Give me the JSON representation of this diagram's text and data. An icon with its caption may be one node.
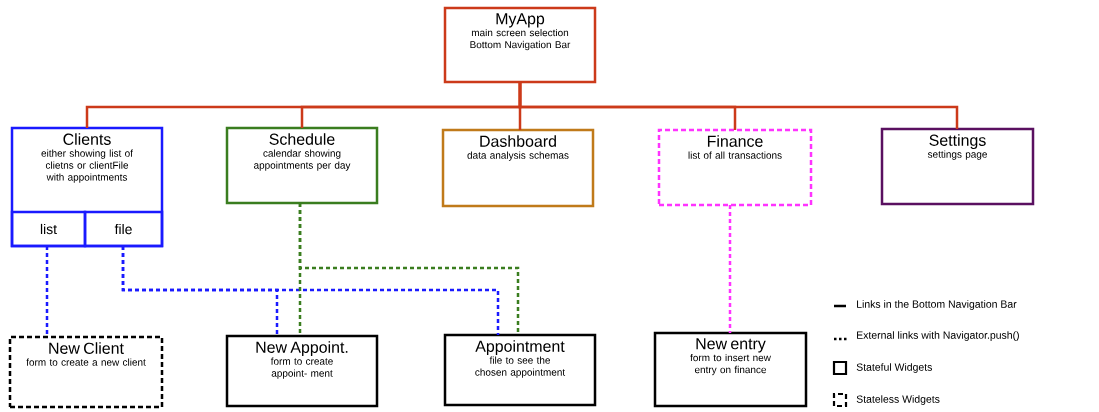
{
  "diagram": {
    "nodes": [
      {
        "text": [
          "MyApp",
          "main screen selection Bottom Navigation Bar"
        ]
      },
      {
        "text": [
          "Clients",
          "either showing list of clietns or clientFile with appointments"
        ]
      },
      {
        "text": [
          "list"
        ],
        "in": 1
      },
      {
        "text": [
          "file"
        ],
        "in": 1
      },
      {
        "text": [
          "Schedule",
          "calendar showing appointments per day"
        ]
      },
      {
        "text": [
          "Dashboard",
          "data analysis schemas"
        ]
      },
      {
        "text": [
          "Finance",
          "list of all transactions"
        ]
      },
      {
        "text": [
          "Settings",
          "settings page"
        ]
      },
      {
        "text": [
          "New Client",
          "form to create a new client"
        ]
      },
      {
        "text": [
          "New Appoint.",
          "form to create appoint- ment"
        ]
      },
      {
        "text": [
          "Appointment",
          "file to see the chosen appointment"
        ]
      },
      {
        "text": [
          "New entry",
          "form to insert new entry on finance"
        ]
      }
    ],
    "edges": [
      {
        "from": 0,
        "to": 1,
        "arrow": "none",
        "color": "#cc3a1a"
      },
      {
        "from": 0,
        "to": 4,
        "arrow": "none",
        "color": "#cc3a1a"
      },
      {
        "from": 0,
        "to": 5,
        "arrow": "none",
        "color": "#cc3a1a"
      },
      {
        "from": 0,
        "to": 6,
        "arrow": "none",
        "color": "#cc3a1a"
      },
      {
        "from": 0,
        "to": 7,
        "arrow": "none",
        "color": "#cc3a1a"
      },
      {
        "from": 2,
        "to": 8,
        "arrow": "none",
        "style": "dashed",
        "color": "#1a1aff"
      },
      {
        "from": 3,
        "to": 9,
        "arrow": "none",
        "style": "dashed",
        "color": "#1a1aff"
      },
      {
        "from": 3,
        "to": 10,
        "arrow": "none",
        "style": "dashed",
        "color": "#1a1aff"
      },
      {
        "from": 4,
        "to": 9,
        "arrow": "none",
        "style": "dashed",
        "color": "#3a7d1f"
      },
      {
        "from": 4,
        "to": 10,
        "arrow": "none",
        "style": "dashed",
        "color": "#3a7d1f"
      },
      {
        "from": 6,
        "to": 11,
        "arrow": "none",
        "style": "dashed",
        "color": "#ff33ff"
      }
    ],
    "legend": [
      {
        "text": "Links in the Bottom Navigation Bar"
      },
      {
        "text": "External links with Navigator.push()"
      },
      {
        "text": "Stateful Widgets"
      },
      {
        "text": "Stateless Widgets"
      }
    ]
  }
}
